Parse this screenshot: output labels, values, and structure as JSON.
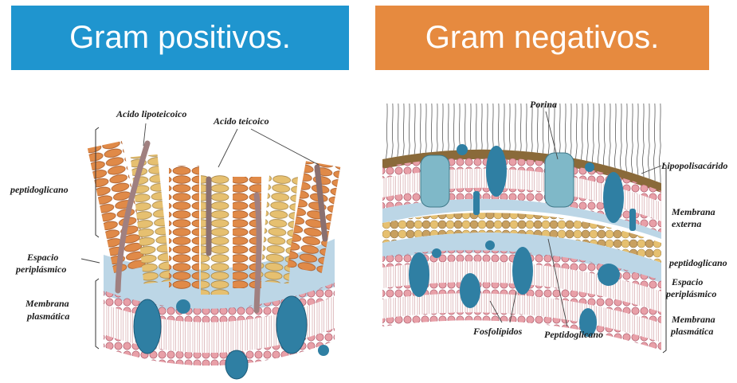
{
  "banners": {
    "left": {
      "title": "Gram positivos.",
      "color": "#1f95cf"
    },
    "right": {
      "title": "Gram negativos.",
      "color": "#e68a3f"
    }
  },
  "gram_positive": {
    "labels": {
      "acido_lipoteicoico": "Acido lipoteicoico",
      "acido_teicoico": "Acido teicoico",
      "peptidoglicano": "peptidoglicano",
      "espacio_line1": "Espacio",
      "espacio_line2": "periplásmico",
      "membrana_line1": "Membrana",
      "membrana_line2": "plasmática"
    }
  },
  "gram_negative": {
    "labels": {
      "porina": "Porina",
      "lipopolisacarido": "Lipopolisacárido",
      "membrana_externa_line1": "Membrana",
      "membrana_externa_line2": "externa",
      "peptidoglicano": "peptidoglicano",
      "espacio_line1": "Espacio",
      "espacio_line2": "periplásmico",
      "membrana_plasmatica_line1": "Membrana",
      "membrana_plasmatica_line2": "plasmática",
      "fosfolipidos": "Fosfolípidos",
      "peptidoglicano_bottom": "Peptidoglicano"
    }
  },
  "colors": {
    "lipid_head": "#e8a0a8",
    "periplasm": "#bcd6e6",
    "protein": "#2f7fa3",
    "porin": "#7fb8c8",
    "peptidoglycan_orange": "#e08a48",
    "peptidoglycan_yellow": "#e6c070",
    "teichoic": "#a08080"
  }
}
